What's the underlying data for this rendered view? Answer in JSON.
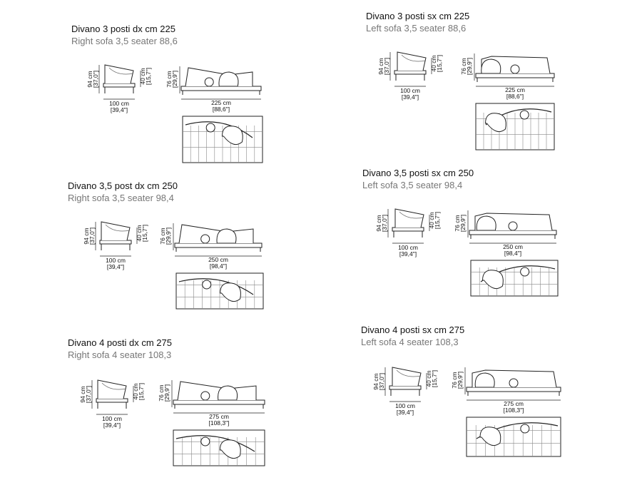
{
  "sofas": [
    {
      "id": "dx225",
      "title_it": "Divano 3 posti dx cm 225",
      "title_en": "Right sofa 3,5 seater 88,6",
      "depth": "100 cm",
      "depth_in": "[39,4\"]",
      "height": "94 cm",
      "height_in": "[37,0\"]",
      "seat": "40 cm",
      "seat_in": "[15,7\"]",
      "back": "76 cm",
      "back_in": "[29,9\"]",
      "width": "225 cm",
      "width_in": "[88,6\"]",
      "side": "dx"
    },
    {
      "id": "sx225",
      "title_it": "Divano 3 posti sx cm 225",
      "title_en": "Left sofa 3,5 seater 88,6",
      "depth": "100 cm",
      "depth_in": "[39,4\"]",
      "height": "94 cm",
      "height_in": "[37,0\"]",
      "seat": "40 cm",
      "seat_in": "[15,7\"]",
      "back": "76 cm",
      "back_in": "[29,9\"]",
      "width": "225 cm",
      "width_in": "[88,6\"]",
      "side": "sx"
    },
    {
      "id": "dx250",
      "title_it": "Divano 3,5 post dx cm 250",
      "title_en": "Right sofa 3,5 seater 98,4",
      "depth": "100 cm",
      "depth_in": "[39,4\"]",
      "height": "94 cm",
      "height_in": "[37,0\"]",
      "seat": "40 cm",
      "seat_in": "[15,7\"]",
      "back": "76 cm",
      "back_in": "[29,9\"]",
      "width": "250 cm",
      "width_in": "[98,4\"]",
      "side": "dx"
    },
    {
      "id": "sx250",
      "title_it": "Divano 3,5 posti sx cm 250",
      "title_en": "Left sofa 3,5 seater 98,4",
      "depth": "100 cm",
      "depth_in": "[39,4\"]",
      "height": "94 cm",
      "height_in": "[37,0\"]",
      "seat": "40 cm",
      "seat_in": "[15,7\"]",
      "back": "76 cm",
      "back_in": "[29,9\"]",
      "width": "250 cm",
      "width_in": "[98,4\"]",
      "side": "sx"
    },
    {
      "id": "dx275",
      "title_it": "Divano 4 posti dx cm 275",
      "title_en": "Right sofa 4 seater 108,3",
      "depth": "100 cm",
      "depth_in": "[39,4\"]",
      "height": "94 cm",
      "height_in": "[37,0\"]",
      "seat": "40 cm",
      "seat_in": "[15,7\"]",
      "back": "76 cm",
      "back_in": "[29,9\"]",
      "width": "275 cm",
      "width_in": "[108,3\"]",
      "side": "dx"
    },
    {
      "id": "sx275",
      "title_it": "Divano 4 posti sx cm 275",
      "title_en": "Left sofa 4 seater 108,3",
      "depth": "100 cm",
      "depth_in": "[39,4\"]",
      "height": "94 cm",
      "height_in": "[37,0\"]",
      "seat": "40 cm",
      "seat_in": "[15,7\"]",
      "back": "76 cm",
      "back_in": "[29,9\"]",
      "width": "275 cm",
      "width_in": "[108,3\"]",
      "side": "sx"
    }
  ]
}
